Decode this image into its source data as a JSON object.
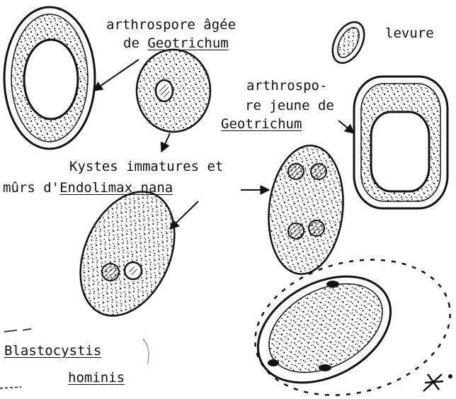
{
  "labels": {
    "arthrospore_agee_line1": "arthrospore âgée",
    "arthrospore_agee_line2_prefix": "de ",
    "arthrospore_agee_line2_genus": "Geotrichum",
    "levure": "levure",
    "arthrospore_jeune_line1": "arthrospo-",
    "arthrospore_jeune_line2": "re jeune de",
    "arthrospore_jeune_line3": "Geotrichum",
    "kystes_line1": "Kystes immatures et",
    "kystes_line2_prefix": "mûrs d'",
    "kystes_line2_species": "Endolimax nana",
    "blastocystis_line1": "Blastocystis",
    "blastocystis_line2": "hominis"
  },
  "colors": {
    "ink": "#111111",
    "paper": "#ffffff"
  }
}
